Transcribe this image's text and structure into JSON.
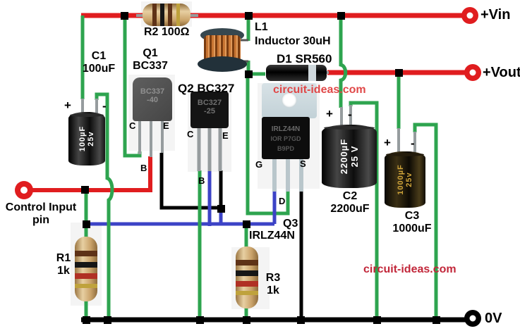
{
  "terminals": {
    "vin": "+Vin",
    "vout": "+Vout",
    "ground": "0V",
    "control_line1": "Control Input",
    "control_line2": "pin"
  },
  "watermark": {
    "top": "circuit-ideas.com",
    "bottom": "circuit-ideas.com"
  },
  "components": {
    "r2": {
      "label": "R2 100Ω"
    },
    "r1": {
      "name": "R1",
      "value": "1k"
    },
    "r3": {
      "name": "R3",
      "value": "1k"
    },
    "c1": {
      "name": "C1",
      "value": "100uF",
      "plus": "+",
      "minus": "-",
      "body_line1": "100µF",
      "body_line2": "25v"
    },
    "c2": {
      "name": "C2",
      "value": "2200uF",
      "plus": "+",
      "minus": "-",
      "body_line1": "2200µF",
      "body_line2": "25 V"
    },
    "c3": {
      "name": "C3",
      "value": "1000uF",
      "plus": "+",
      "minus": "-",
      "body_line1": "1000µF",
      "body_line2": "25v"
    },
    "q1": {
      "name": "Q1",
      "part": "BC337",
      "body_line1": "BC337",
      "body_line2": "-40",
      "pin_c": "C",
      "pin_b": "B",
      "pin_e": "E"
    },
    "q2": {
      "label": "Q2 BC327",
      "body_line1": "BC327",
      "body_line2": "-25",
      "pin_c": "C",
      "pin_b": "B",
      "pin_e": "E"
    },
    "q3": {
      "name": "Q3",
      "part": "IRLZ44N",
      "body_line1": "IRLZ44N",
      "body_line2": "IOR P7GD",
      "body_line3": "B9PD",
      "pin_g": "G",
      "pin_d": "D",
      "pin_s": "S"
    },
    "l1": {
      "name": "L1",
      "desc": "Inductor 30uH"
    },
    "d1": {
      "label": "D1 SR560"
    }
  },
  "colors": {
    "wire_red": "#e01d1f",
    "wire_green": "#2ea44f",
    "wire_blue": "#3c43c6",
    "wire_black": "#000000",
    "watermark_top": "#e04848",
    "watermark_bottom": "#c2273a"
  }
}
